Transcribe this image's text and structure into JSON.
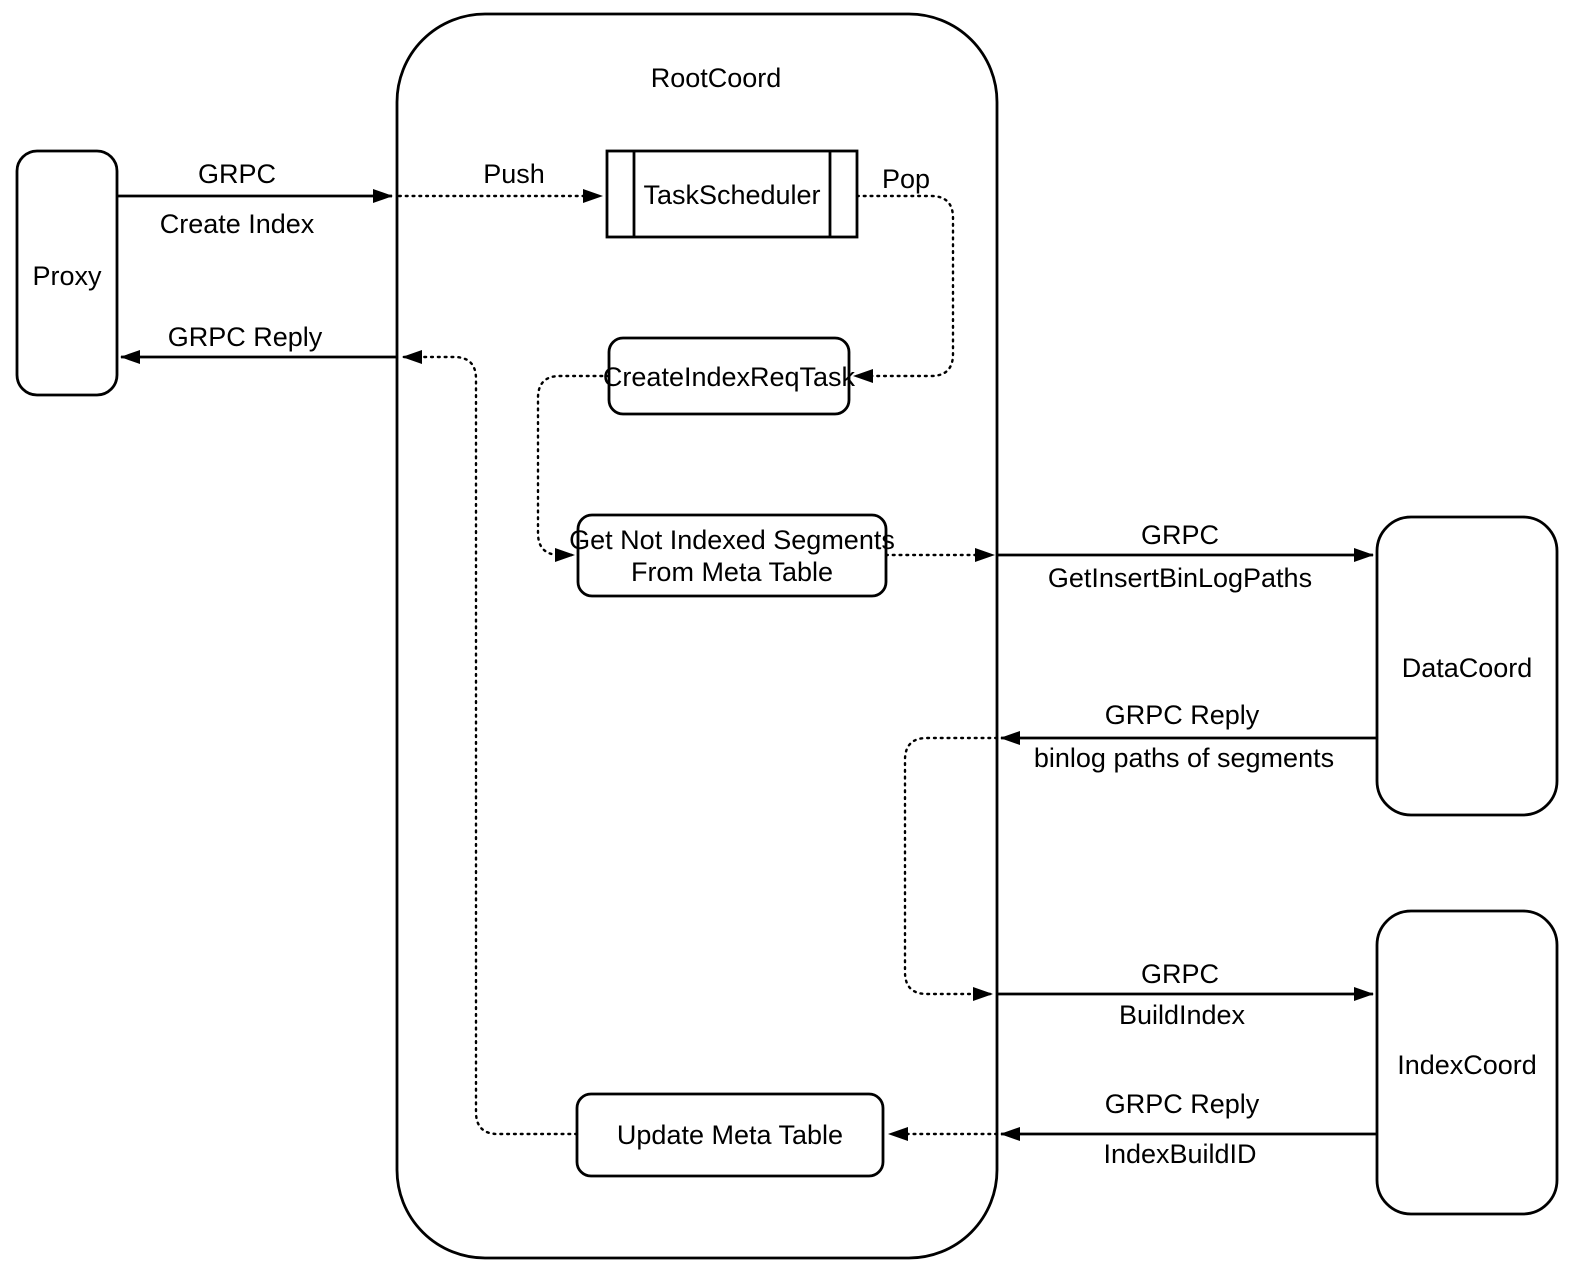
{
  "diagram": {
    "colors": {
      "line": "#000000",
      "background": "#ffffff",
      "node_fill": "#ffffff",
      "text": "#000000"
    },
    "nodes": {
      "proxy": {
        "label": "Proxy"
      },
      "rootcoord": {
        "label": "RootCoord"
      },
      "task_scheduler": {
        "label": "TaskScheduler"
      },
      "create_index_req_task": {
        "label": "CreateIndexReqTask"
      },
      "get_not_indexed": {
        "line1": "Get Not Indexed Segments",
        "line2": "From Meta Table"
      },
      "update_meta_table": {
        "label": "Update Meta Table"
      },
      "data_coord": {
        "label": "DataCoord"
      },
      "index_coord": {
        "label": "IndexCoord"
      }
    },
    "edges": {
      "create_index": {
        "protocol": "GRPC",
        "message": "Create Index"
      },
      "push": {
        "label": "Push"
      },
      "pop": {
        "label": "Pop"
      },
      "grpc_reply_to_proxy": {
        "label": "GRPC Reply"
      },
      "get_insert_binlog_paths": {
        "protocol": "GRPC",
        "message": "GetInsertBinLogPaths"
      },
      "binlog_paths_reply": {
        "protocol": "GRPC Reply",
        "message": "binlog paths of segments"
      },
      "build_index": {
        "protocol": "GRPC",
        "message": "BuildIndex"
      },
      "index_build_id_reply": {
        "protocol": "GRPC Reply",
        "message": "IndexBuildID"
      }
    }
  }
}
